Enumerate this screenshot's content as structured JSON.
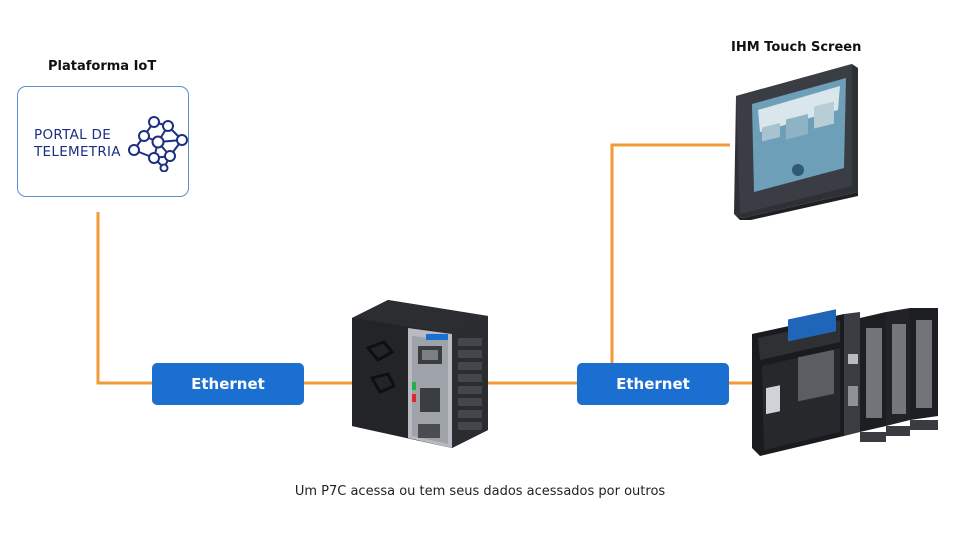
{
  "iot_platform": {
    "title": "Plataforma IoT",
    "logo_line1": "PORTAL DE",
    "logo_line2": "TELEMETRIA"
  },
  "hmi": {
    "title": "IHM Touch Screen"
  },
  "links": {
    "left_label": "Ethernet",
    "right_label": "Ethernet"
  },
  "caption": "Um P7C acessa ou tem seus dados acessados por outros",
  "colors": {
    "wire": "#f29a36",
    "ethernet_badge": "#1a6fd0",
    "portal_border": "#5a8fd0",
    "portal_text": "#1d2f80"
  }
}
